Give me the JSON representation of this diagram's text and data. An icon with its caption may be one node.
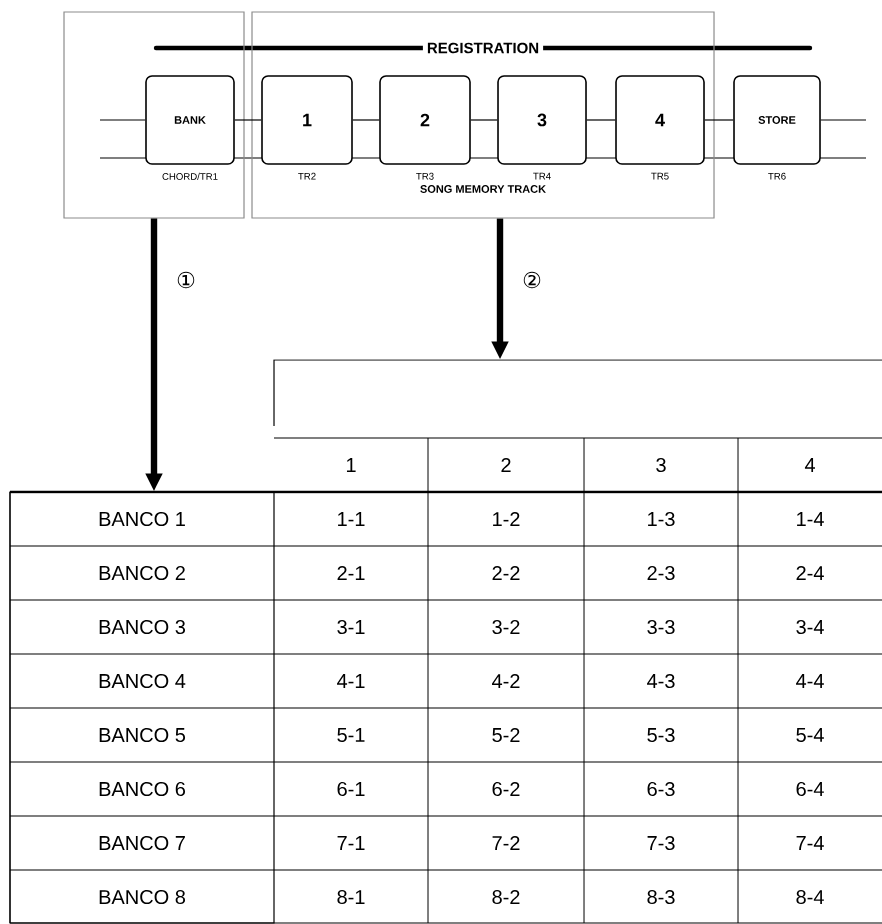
{
  "diagram": {
    "nodes": [
      {
        "text": [],
        "shape": "box"
      },
      {
        "text": [],
        "shape": "box"
      },
      {
        "text": [
          "BANK"
        ],
        "in": 0,
        "beside": [
          "CHORD/TR1"
        ]
      },
      {
        "text": [
          "1"
        ],
        "in": 1,
        "beside": [
          "TR2"
        ]
      },
      {
        "text": [
          "2"
        ],
        "in": 1,
        "beside": [
          "TR3"
        ]
      },
      {
        "text": [
          "3"
        ],
        "in": 1,
        "beside": [
          "TR4"
        ]
      },
      {
        "text": [
          "4"
        ],
        "in": 1,
        "beside": [
          "TR5"
        ]
      },
      {
        "text": [
          "STORE"
        ],
        "beside": [
          "TR6"
        ]
      },
      {
        "text": [],
        "shape": "bracket"
      },
      {
        "text": [],
        "shape": "box"
      }
    ],
    "edges": [
      {
        "from": 0,
        "to": 9,
        "arrow": "to",
        "style": "thick",
        "label": "①"
      },
      {
        "from": 1,
        "to": 8,
        "arrow": "to",
        "style": "thick",
        "label": "②"
      },
      {
        "from": null,
        "to": 2,
        "arrow": "none"
      },
      {
        "from": 2,
        "to": 3,
        "arrow": "none"
      },
      {
        "from": 3,
        "to": 4,
        "arrow": "none"
      },
      {
        "from": 4,
        "to": 5,
        "arrow": "none"
      },
      {
        "from": 5,
        "to": 6,
        "arrow": "none"
      },
      {
        "from": 6,
        "to": 7,
        "arrow": "none"
      },
      {
        "from": 7,
        "to": null,
        "arrow": "none"
      }
    ],
    "labels": [
      "REGISTRATION",
      "SONG MEMORY TRACK",
      "1",
      "2",
      "3",
      "4",
      "BANCO 1",
      "1-1",
      "1-2",
      "1-3",
      "1-4",
      "BANCO 2",
      "2-1",
      "2-2",
      "2-3",
      "2-4",
      "BANCO 3",
      "3-1",
      "3-2",
      "3-3",
      "3-4",
      "BANCO 4",
      "4-1",
      "4-2",
      "4-3",
      "4-4",
      "BANCO 5",
      "5-1",
      "5-2",
      "5-3",
      "5-4",
      "BANCO 6",
      "6-1",
      "6-2",
      "6-3",
      "6-4",
      "BANCO 7",
      "7-1",
      "7-2",
      "7-3",
      "7-4",
      "BANCO 8",
      "8-1",
      "8-2",
      "8-3",
      "8-4"
    ]
  }
}
